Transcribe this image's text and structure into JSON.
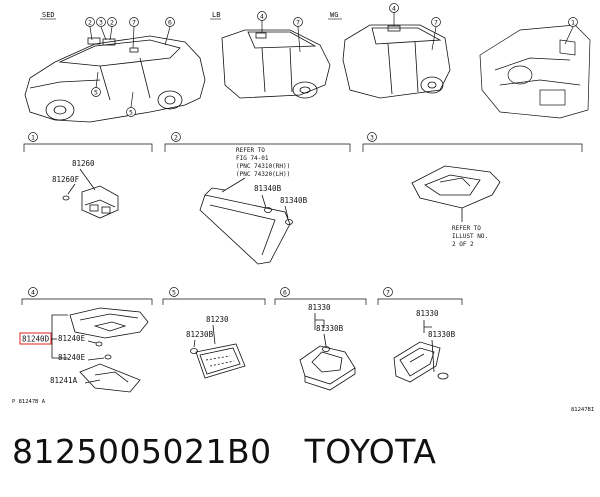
{
  "variants": {
    "sed": "SED",
    "lb": "LB",
    "wg": "WG"
  },
  "callouts": [
    "1",
    "2",
    "3",
    "4",
    "5",
    "6",
    "7"
  ],
  "panel1": {
    "num": "1",
    "part_main": "81260",
    "part_sub": "81260F"
  },
  "panel2": {
    "num": "2",
    "refer": [
      "REFER TO",
      "FIG 74-01",
      "(PNC 74310(RH))",
      "(PNC 74320(LH))"
    ],
    "part_a": "81340B",
    "part_b": "81340B"
  },
  "panel3": {
    "num": "3",
    "refer": [
      "REFER TO",
      "ILLUST NO.",
      "2 OF 2"
    ]
  },
  "panel4": {
    "num": "4",
    "part_main": "81240D",
    "part_e1": "81240E",
    "part_e2": "81240E",
    "part_a": "81241A"
  },
  "panel5": {
    "num": "5",
    "part_main": "81230",
    "part_sub": "81230B"
  },
  "panel6": {
    "num": "6",
    "part_main": "81330",
    "part_sub": "81330B"
  },
  "panel7": {
    "num": "7",
    "part_main": "81330",
    "part_sub": "81330B"
  },
  "codes": {
    "left": "P 81247B A",
    "right": "81247BI"
  },
  "footer": {
    "part_number": "8125005021B0",
    "brand": "TOYOTA"
  }
}
